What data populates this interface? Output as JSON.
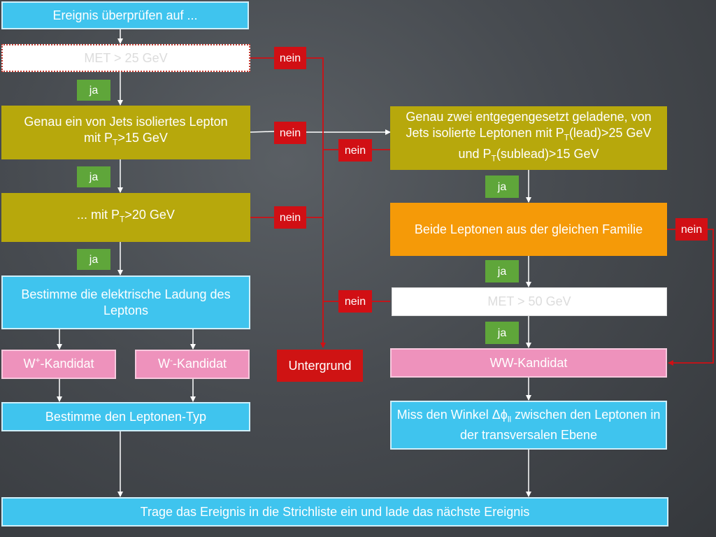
{
  "colors": {
    "cyan": "#3fc4ee",
    "olive": "#b7a80c",
    "orange": "#f59a08",
    "pink": "#ee92bc",
    "red": "#d10f14",
    "green": "#5fa63a"
  },
  "boxes": {
    "start": "Ereignis überprüfen auf ...",
    "met25": "MET > 25 GeV",
    "one_lepton_a": "Genau ein von Jets isoliertes Lepton",
    "one_lepton_b": "mit P",
    "one_lepton_sub": "T",
    "one_lepton_c": ">15 GeV",
    "pt20_a": "... mit P",
    "pt20_sub": "T",
    "pt20_b": ">20 GeV",
    "charge": "Bestimme die elektrische Ladung des Leptons",
    "wplus_a": "W",
    "wplus_sup": "+",
    "wplus_b": "-Kandidat",
    "wminus_a": "W",
    "wminus_sup": "-",
    "wminus_b": "-Kandidat",
    "lepton_type": "Bestimme den Leptonen-Typ",
    "two_leptons_a": "Genau zwei entgegengesetzt geladene, von Jets isolierte Leptonen mit P",
    "two_leptons_sub1": "T",
    "two_leptons_b": "(lead)>25 GeV und P",
    "two_leptons_sub2": "T",
    "two_leptons_c": "(sublead)>15 GeV",
    "same_family": "Beide Leptonen aus der gleichen Familie",
    "met50": "MET > 50 GeV",
    "ww": "WW-Kandidat",
    "angle_a": "Miss den Winkel Δϕ",
    "angle_sub": "ll",
    "angle_b": " zwischen den Leptonen in der transversalen Ebene",
    "background": "Untergrund",
    "final": "Trage das Ereignis in die Strichliste ein und lade das nächste Ereignis"
  },
  "labels": {
    "yes": "ja",
    "no": "nein"
  }
}
